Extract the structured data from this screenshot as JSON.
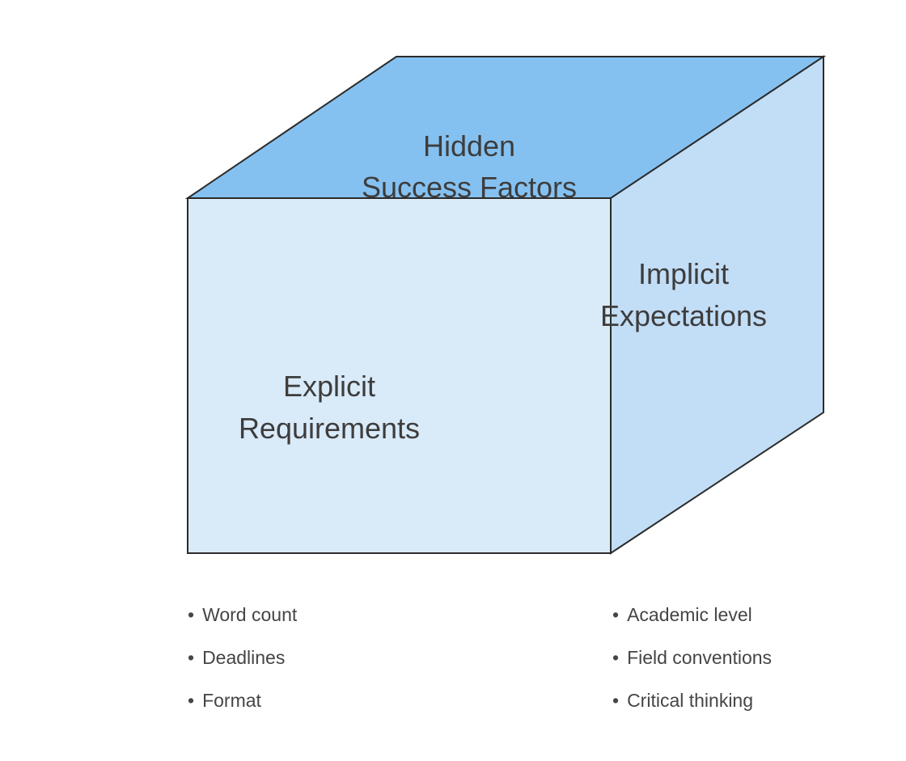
{
  "diagram": {
    "cube": {
      "top_face": {
        "line1": "Hidden",
        "line2": "Success Factors",
        "color": "#85c1f0"
      },
      "front_face": {
        "line1": "Explicit",
        "line2": "Requirements",
        "color": "#d9eaf9"
      },
      "right_face": {
        "line1": "Implicit",
        "line2": "Expectations",
        "color": "#c2ddf6"
      },
      "edge_color": "#2b2b2b",
      "label_color": "#3d3d3d"
    },
    "lists": {
      "bullet": "•",
      "explicit": {
        "items": [
          "Word count",
          "Deadlines",
          "Format"
        ]
      },
      "implicit": {
        "items": [
          "Academic level",
          "Field conventions",
          "Critical thinking"
        ]
      }
    }
  }
}
